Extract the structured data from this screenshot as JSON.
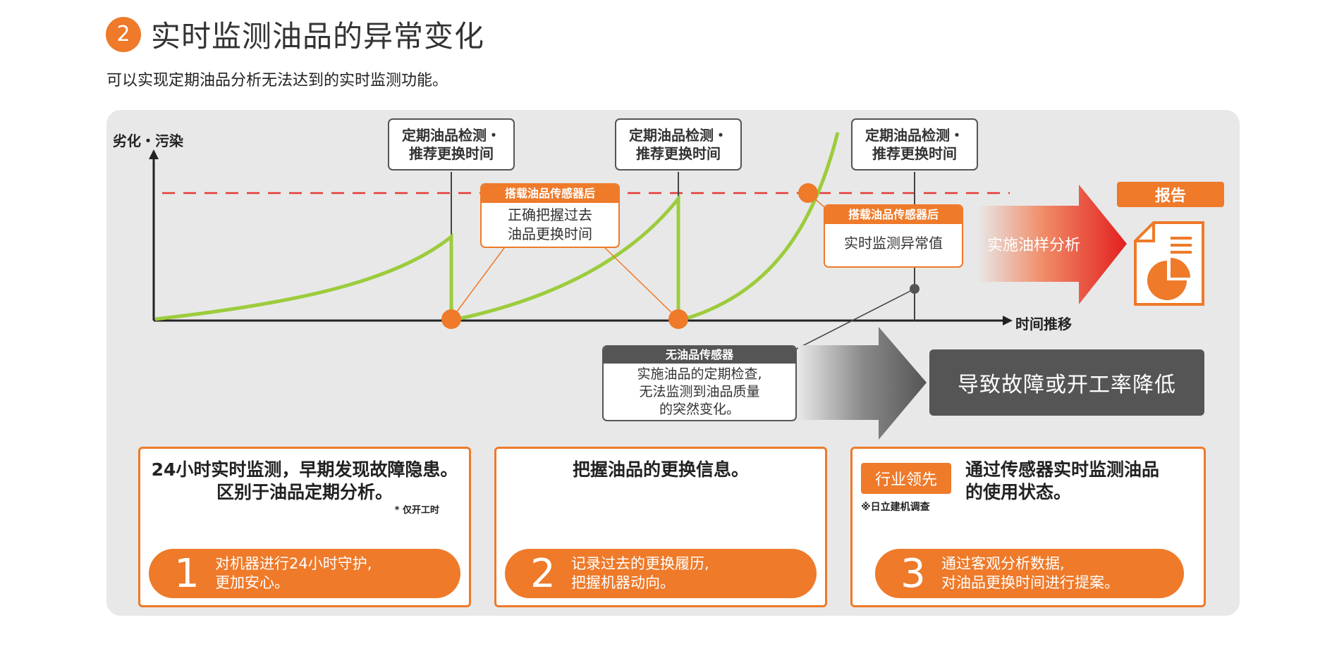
{
  "header": {
    "number": "2",
    "title": "实时监测油品的异常变化"
  },
  "subtitle": "可以实现定期油品分析无法达到的实时监测功能。",
  "diagram": {
    "y_axis_label": "劣化・污染",
    "x_axis_label": "时间推移",
    "periodic_check_boxes": [
      {
        "line1": "定期油品检测・",
        "line2": "推荐更换时间"
      },
      {
        "line1": "定期油品检测・",
        "line2": "推荐更换时间"
      },
      {
        "line1": "定期油品检测・",
        "line2": "推荐更换时间"
      }
    ],
    "sensor_box_past": {
      "head": "搭载油品传感器后",
      "line1": "正确把握过去",
      "line2": "油品更换时间"
    },
    "sensor_box_realtime": {
      "head": "搭载油品传感器后",
      "line1": "实时监测异常值"
    },
    "no_sensor_box": {
      "head": "无油品传感器",
      "line1": "实施油品的定期检查,",
      "line2": "无法监测到油品质量",
      "line3": "的突然变化。"
    },
    "arrow_label": "实施油样分析",
    "report_tag": "报告",
    "failure_box": "导致故障或开工率降低",
    "colors": {
      "accent": "#ee7a2a",
      "curve": "#9ccc3c",
      "threshold": "#e53935",
      "dark": "#555555"
    }
  },
  "cards": [
    {
      "line1": "24小时实时监测，早期发现故障隐患。",
      "line2": "区别于油品定期分析。",
      "note": "* 仅开工时",
      "pill_number": "1",
      "pill_line1": "对机器进行24小时守护,",
      "pill_line2": "更加安心。"
    },
    {
      "line1": "把握油品的更换信息。",
      "pill_number": "2",
      "pill_line1": "记录过去的更换履历,",
      "pill_line2": "把握机器动向。"
    },
    {
      "tag": "行业领先",
      "tag_note": "※日立建机调查",
      "line1": "通过传感器实时监测油品",
      "line2": "的使用状态。",
      "pill_number": "3",
      "pill_line1": "通过客观分析数据,",
      "pill_line2": "对油品更换时间进行提案。"
    }
  ]
}
